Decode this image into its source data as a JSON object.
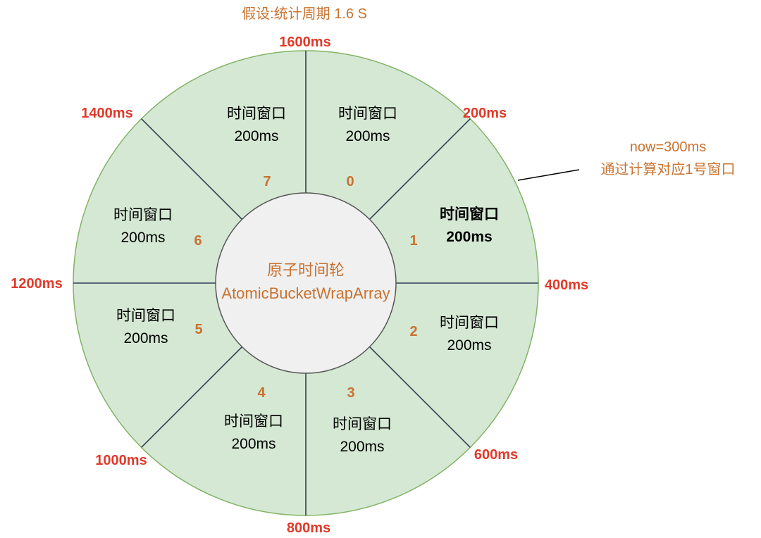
{
  "title": "假设:统计周期 1.6 S",
  "hub": {
    "line1": "原子时间轮",
    "line2": "AtomicBucketWrapArray"
  },
  "note": {
    "line1": "now=300ms",
    "line2": "通过计算对应1号窗口"
  },
  "colors": {
    "ring_fill": "#d5e8d4",
    "ring_stroke": "#82b366",
    "spoke": "#2f4056",
    "hub_fill": "#f0f0f0",
    "hub_stroke": "#555555",
    "tick_label": "#e03a2a",
    "index_label": "#c8722f",
    "title_text": "#c8722f",
    "note_text": "#c8722f"
  },
  "windows": [
    {
      "index": "0",
      "label": "时间窗口",
      "duration": "200ms",
      "highlight": false
    },
    {
      "index": "1",
      "label": "时间窗口",
      "duration": "200ms",
      "highlight": true
    },
    {
      "index": "2",
      "label": "时间窗口",
      "duration": "200ms",
      "highlight": false
    },
    {
      "index": "3",
      "label": "时间窗口",
      "duration": "200ms",
      "highlight": false
    },
    {
      "index": "4",
      "label": "时间窗口",
      "duration": "200ms",
      "highlight": false
    },
    {
      "index": "5",
      "label": "时间窗口",
      "duration": "200ms",
      "highlight": false
    },
    {
      "index": "6",
      "label": "时间窗口",
      "duration": "200ms",
      "highlight": false
    },
    {
      "index": "7",
      "label": "时间窗口",
      "duration": "200ms",
      "highlight": false
    }
  ],
  "ticks": [
    "1600ms",
    "200ms",
    "400ms",
    "600ms",
    "800ms",
    "1000ms",
    "1200ms",
    "1400ms"
  ]
}
